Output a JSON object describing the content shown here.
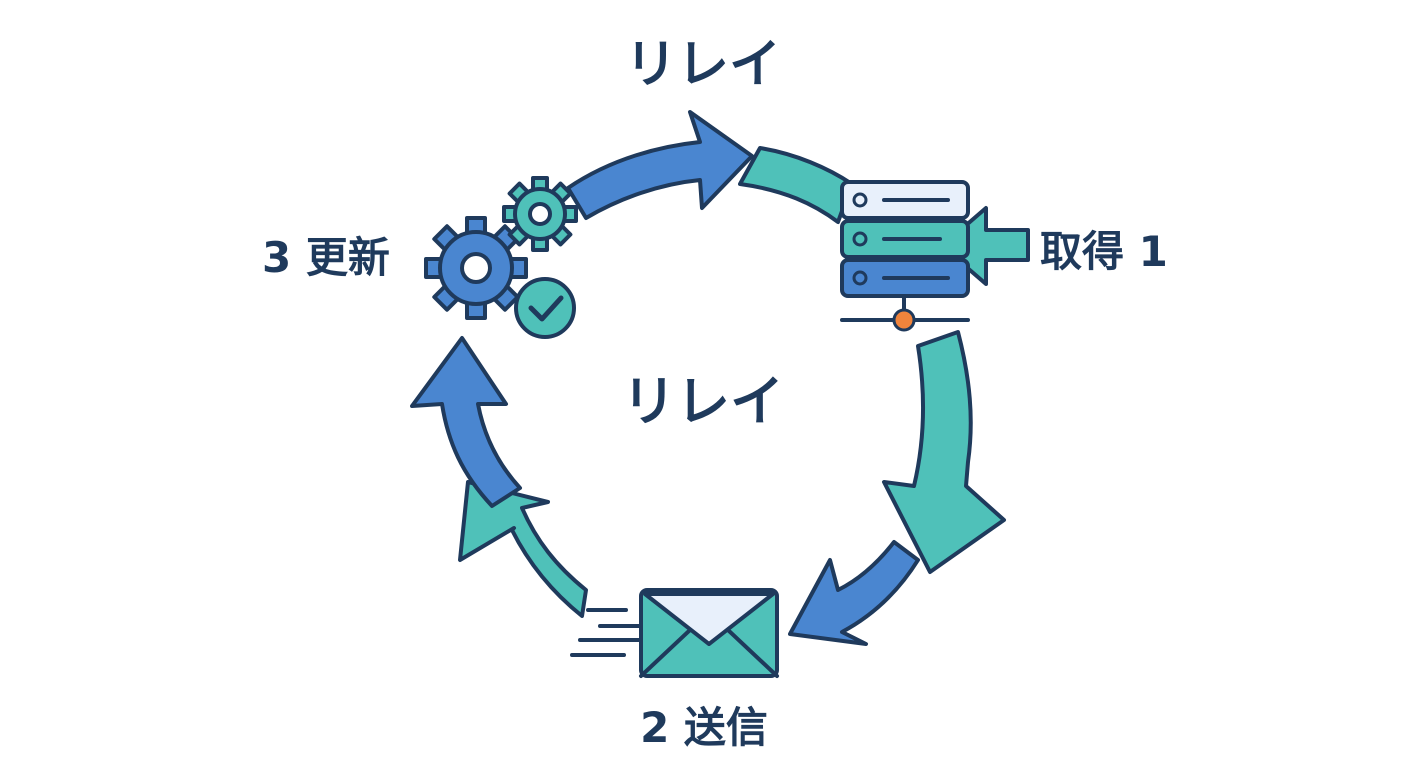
{
  "title": "リレイ",
  "center_label": "リレイ",
  "steps": {
    "fetch": "取得 1",
    "send": "2 送信",
    "update": "3 更新"
  },
  "icons": {
    "server": "server-icon",
    "envelope": "envelope-icon",
    "gears": "gears-icon",
    "check": "check-circle-icon"
  },
  "colors": {
    "navy": "#1f3a5c",
    "blue": "#4a86d0",
    "teal": "#4fc1b9",
    "orange": "#f0843c",
    "paper": "#e8f0fb"
  }
}
